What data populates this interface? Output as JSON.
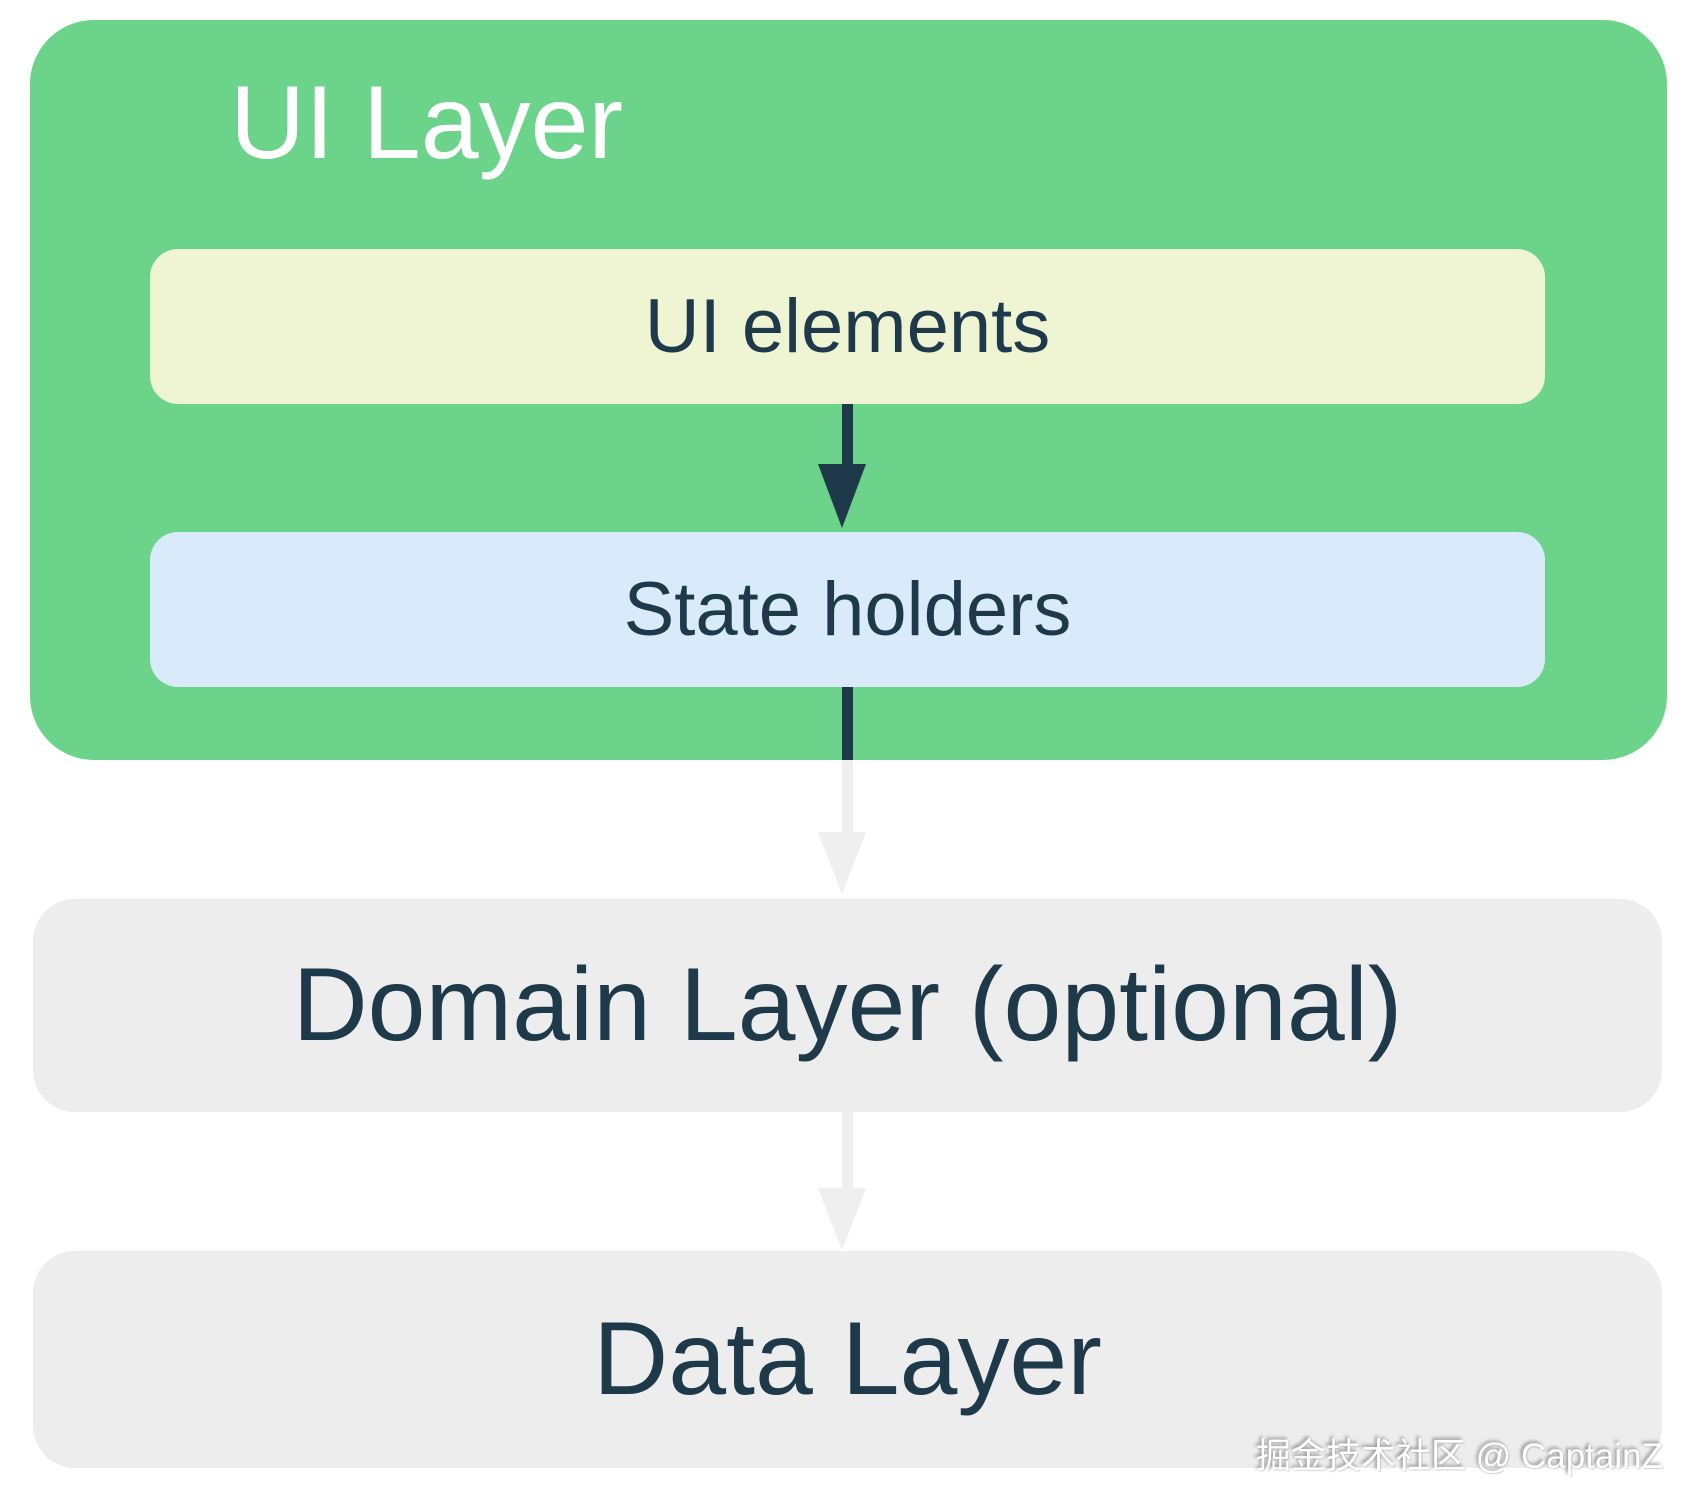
{
  "diagram": {
    "ui_layer": {
      "label": "UI Layer",
      "boxes": [
        {
          "label": "UI elements"
        },
        {
          "label": "State holders"
        }
      ]
    },
    "domain_layer": {
      "label": "Domain Layer (optional)"
    },
    "data_layer": {
      "label": "Data Layer"
    },
    "watermark": "掘金技术社区 @ CaptainZ"
  },
  "colors": {
    "green": "#6BD38A",
    "pale_yellow": "#EFF5D3",
    "light_blue": "#D9EAFB",
    "light_gray": "#EDEDED",
    "navy": "#1E394A",
    "arrow_gray": "#EFEFEF"
  }
}
